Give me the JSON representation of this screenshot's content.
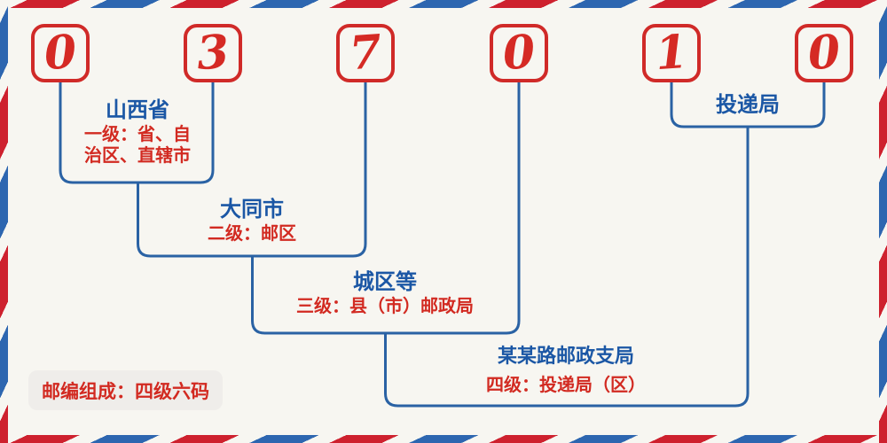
{
  "postal_code": {
    "digits": [
      "0",
      "3",
      "7",
      "0",
      "1",
      "0"
    ]
  },
  "levels": [
    {
      "title": "山西省",
      "lines": [
        "一级：省、自",
        "治区、直辖市"
      ]
    },
    {
      "title": "大同市",
      "lines": [
        "二级：邮区"
      ]
    },
    {
      "title": "城区等",
      "lines": [
        "三级：县（市）邮政局"
      ]
    },
    {
      "title": "某某路邮政支局",
      "lines": [
        "四级：投递局（区）"
      ]
    },
    {
      "title": "投递局",
      "lines": []
    }
  ],
  "badge": {
    "composition_label": "邮编组成：四级六码"
  },
  "colors": {
    "stripe_red": "#ce212e",
    "stripe_blue": "#2d66b0",
    "digit_red": "#d52a24",
    "box_border_red": "#d02a28",
    "line_blue": "#2a62a4",
    "title_blue": "#1b57a5",
    "desc_red": "#d22a21",
    "badge_background": "#efedea",
    "page_background": "#f7f6f1"
  }
}
